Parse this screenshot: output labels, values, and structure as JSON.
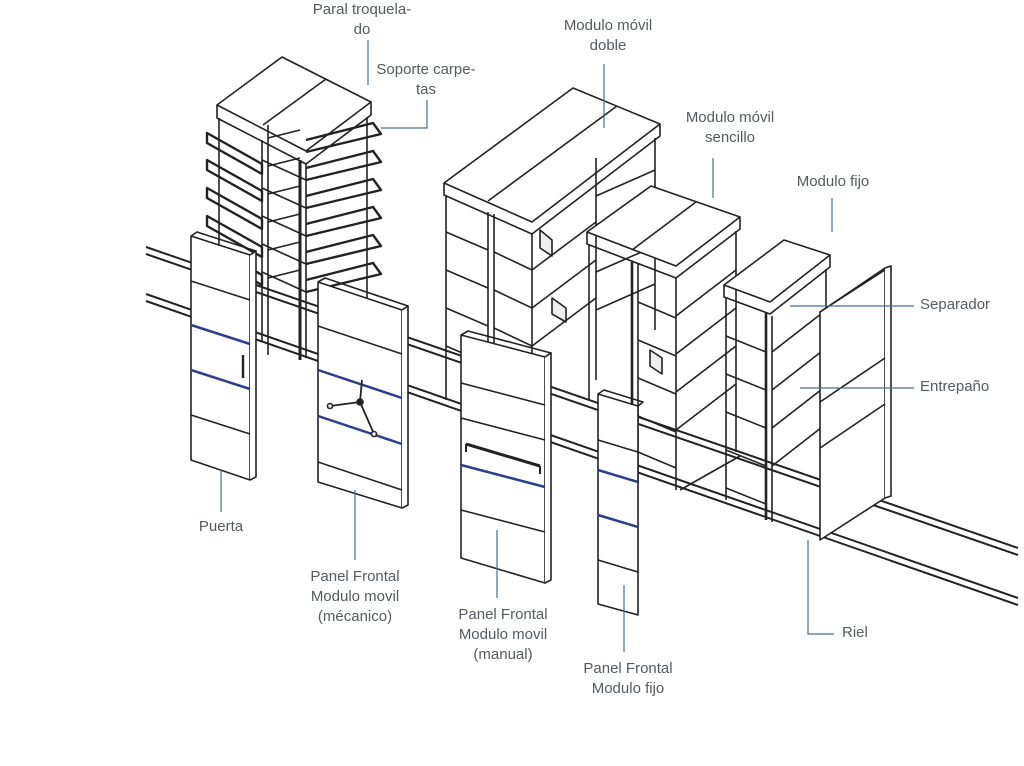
{
  "labels": {
    "paral_troquelado": [
      "Paral troquela-",
      "do"
    ],
    "soporte_carpetas": [
      "Soporte carpe-",
      "tas"
    ],
    "modulo_movil_doble": [
      "Modulo móvil",
      "doble"
    ],
    "modulo_movil_sencillo": [
      "Modulo móvil",
      "sencillo"
    ],
    "modulo_fijo": [
      "Modulo fijo"
    ],
    "separador": [
      "Separador"
    ],
    "entrepano": [
      "Entrepaño"
    ],
    "puerta": [
      "Puerta"
    ],
    "panel_frontal_mecanico": [
      "Panel Frontal",
      "Modulo movil",
      "(mécanico)"
    ],
    "panel_frontal_manual": [
      "Panel Frontal",
      "Modulo movil",
      "(manual)"
    ],
    "panel_frontal_fijo": [
      "Panel Frontal",
      "Modulo fijo"
    ],
    "riel": [
      "Riel"
    ]
  },
  "colors": {
    "line": "#222222",
    "leader": "#4a6f8f",
    "accent_strip": "#2b3f8c",
    "panel_fill": "#ffffff",
    "shade": "#e9e9e9",
    "label_text": "#555a5e"
  }
}
